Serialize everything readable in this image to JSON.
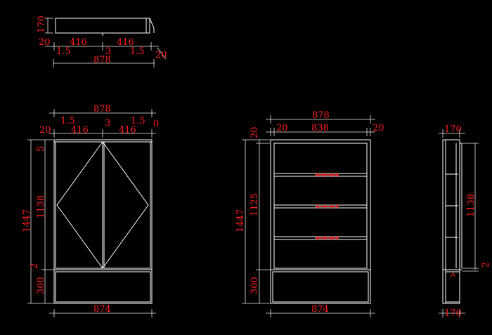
{
  "colors": {
    "background": "#000000",
    "outline": "#ffffff",
    "dimension_line": "#e8e8e8",
    "dimension_text": "#ff2020",
    "hardware": "#ff2020"
  },
  "top_view": {
    "depth_left": "170",
    "left_offset": "20",
    "door_left": "416",
    "door_right": "416",
    "right_offset": "20",
    "gap_left": "1.5",
    "gap_center": "3",
    "gap_right": "1.5",
    "overall_width": "878"
  },
  "front_view": {
    "overall_width_top": "878",
    "gap_left": "1.5",
    "gap_center": "3",
    "gap_right": "1.5",
    "left_offset": "20",
    "door_left": "416",
    "door_right": "416",
    "right_offset": "0",
    "height_total": "1447",
    "top_gap": "5",
    "door_height": "1138",
    "mid_gap": "2",
    "base_height": "300",
    "bottom_width": "874"
  },
  "interior_view": {
    "overall_width_top": "878",
    "left_side": "20",
    "inner_width": "838",
    "right_side": "20",
    "top_thickness": "20",
    "height_total": "1447",
    "shelf_zone_height": "1125",
    "base_height": "300",
    "bottom_width": "874"
  },
  "side_view": {
    "depth_top": "170",
    "upper_height": "1138",
    "mid_gap": "2",
    "depth_bottom": "170"
  }
}
